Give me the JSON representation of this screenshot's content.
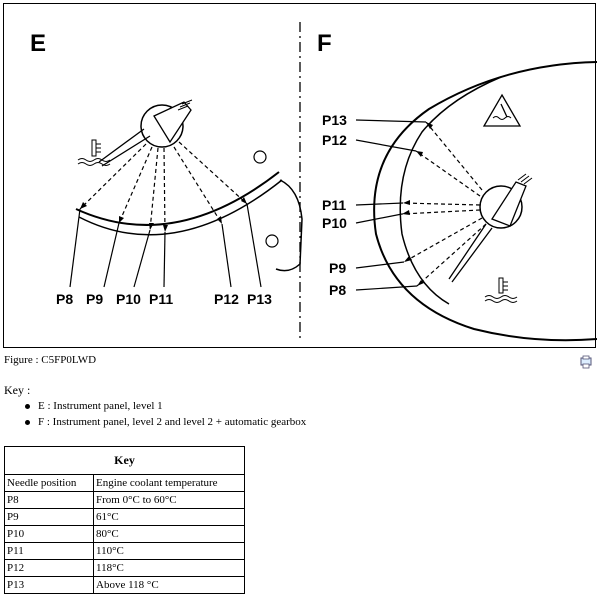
{
  "figure": {
    "panel_e": {
      "letter": "E",
      "left_labels": [
        "P8",
        "P9",
        "P10",
        "P11"
      ],
      "right_labels": [
        "P12",
        "P13"
      ]
    },
    "panel_f": {
      "letter": "F",
      "labels": [
        "P13",
        "P12",
        "P11",
        "P10",
        "P9",
        "P8"
      ]
    },
    "icons": [
      "coolant-temperature-icon",
      "level-warning-icon"
    ]
  },
  "caption": "Figure : C5FP0LWD",
  "print_icon": "print-icon",
  "key_intro": "Key :",
  "key_items": [
    "E : Instrument panel, level 1",
    "F : Instrument panel, level 2 and level 2 + automatic gearbox"
  ],
  "table": {
    "title": "Key",
    "headers": [
      "Needle position",
      "Engine coolant temperature"
    ],
    "rows": [
      [
        "P8",
        "From 0°C to 60°C"
      ],
      [
        "P9",
        "61°C"
      ],
      [
        "P10",
        "80°C"
      ],
      [
        "P11",
        "110°C"
      ],
      [
        "P12",
        "118°C"
      ],
      [
        "P13",
        "Above 118 °C"
      ]
    ]
  }
}
